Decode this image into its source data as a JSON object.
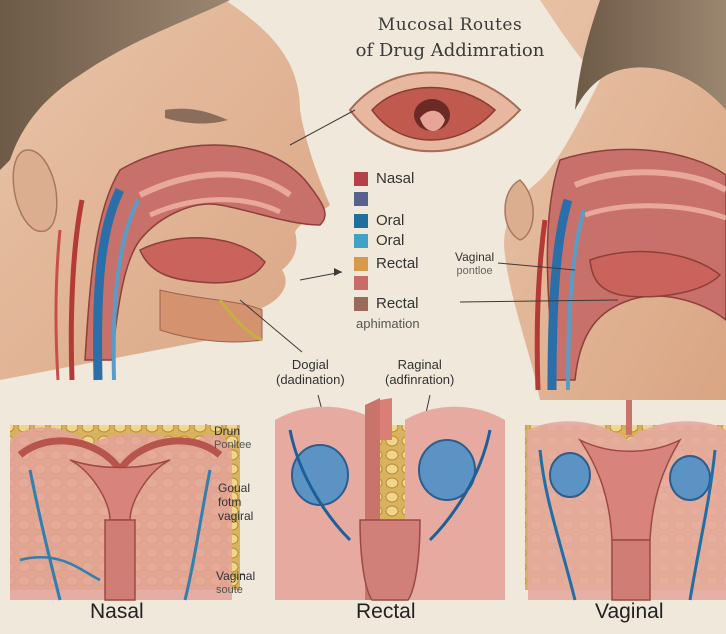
{
  "title": {
    "line1": "Mucosal Routes",
    "line2": "of Drug Addimration"
  },
  "legend": [
    {
      "label": "Nasal",
      "color": "#b5404a"
    },
    {
      "label": "",
      "color": "#55628c"
    },
    {
      "label": "Oral",
      "color": "#1e6f9e"
    },
    {
      "label": "Oral",
      "color": "#3fa3c8"
    },
    {
      "label": "Rectal",
      "color": "#d79a4b"
    },
    {
      "label": "",
      "color": "#c96b66"
    },
    {
      "label": "Rectal",
      "color": "#9a6a5b"
    }
  ],
  "annotations": {
    "aphimation": "aphimation",
    "vaginal_route_1": "Vaginal",
    "vaginal_route_2": "pontloe",
    "dogial_1": "Dogial",
    "dogial_2": "(dadination)",
    "raginal_1": "Raginal",
    "raginal_2": "(adfinration)",
    "drug_1": "Drun",
    "drug_2": "Ponltee",
    "gosal_1": "Goual",
    "gosal_2": "fotm",
    "gosal_3": "vagiral",
    "vaginal_soute_1": "Vaginal",
    "vaginal_soute_2": "soute"
  },
  "bottom_labels": {
    "nasal": "Nasal",
    "rectal": "Rectal",
    "vaginal": "Vaginal"
  }
}
